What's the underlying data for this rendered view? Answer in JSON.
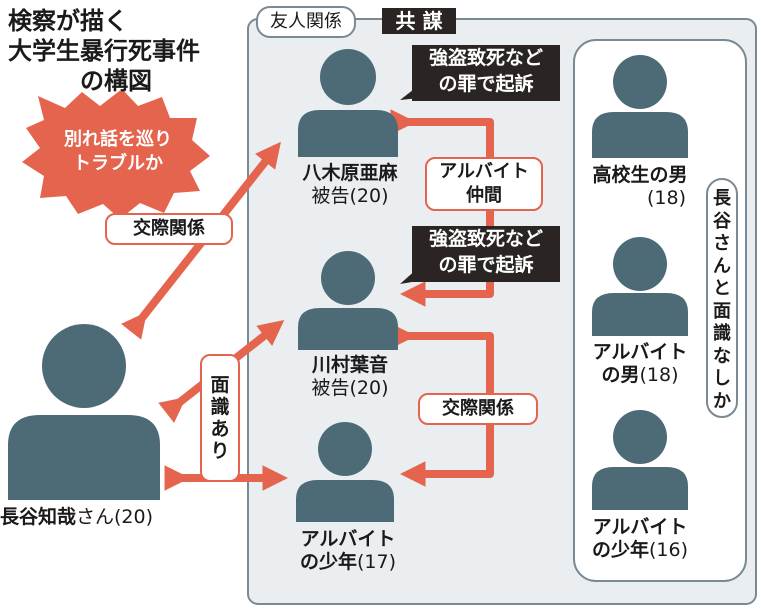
{
  "title": {
    "line1": "検察が描く",
    "line2": "大学生暴行死事件",
    "line3": "の構図"
  },
  "burst_text": {
    "line1": "別れ話を巡り",
    "line2": "トラブルか"
  },
  "group_tab": {
    "friends": "友人関係",
    "conspiracy": "共 謀"
  },
  "labels": {
    "relation_dating_1": "交際関係",
    "relation_dating_2": "交際関係",
    "coworkers_line1": "アルバイト",
    "coworkers_line2": "仲間",
    "acquainted_chars": [
      "面",
      "識",
      "あ",
      "り"
    ],
    "no_acquaintance_chars": [
      "長",
      "谷",
      "さ",
      "ん",
      "と",
      "面",
      "識",
      "な",
      "し",
      "か"
    ]
  },
  "charges": {
    "yagihara": {
      "line1": "強盗致死など",
      "line2": "の罪で起訴"
    },
    "kawamura": {
      "line1": "強盗致死など",
      "line2": "の罪で起訴"
    }
  },
  "people": {
    "yagihara": {
      "name": "八木原亜麻",
      "sub": "被告(20)"
    },
    "kawamura": {
      "name": "川村葉音",
      "sub": "被告(20)"
    },
    "part_timer_boy17": {
      "line1": "アルバイト",
      "line2": "の少年",
      "age": "(17)"
    },
    "hasegawa": {
      "name": "長谷知哉",
      "suffix": "さん(20)"
    },
    "hs_boy": {
      "line1": "高校生の男",
      "age": "(18)"
    },
    "part_timer_man": {
      "line1": "アルバイト",
      "line2": "の男",
      "age": "(18)"
    },
    "part_timer_boy16": {
      "line1": "アルバイト",
      "line2": "の少年",
      "age": "(16)"
    }
  },
  "colors": {
    "silhouette": "#4d6b77",
    "arrow": "#e4644e",
    "group_fill": "#eaeef1",
    "group_border": "#7a8a94",
    "burst": "#e4644e",
    "dark_label": "#2a2523"
  }
}
